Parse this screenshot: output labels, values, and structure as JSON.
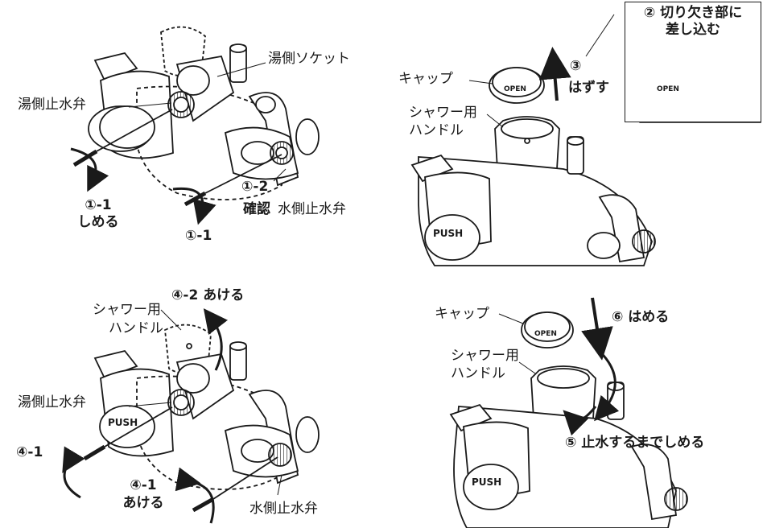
{
  "panel_tl": {
    "hot_socket": "湯側ソケット",
    "hot_valve": "湯側止水弁",
    "step_1_1_a": "①-1",
    "step_1_1_a_action": "しめる",
    "step_1_2": "①-2",
    "step_1_2_action": "確認",
    "cold_valve": "水側止水弁",
    "step_1_1_b": "①-1"
  },
  "panel_tr": {
    "inset_step": "② 切り欠き部に",
    "inset_step_2": "差し込む",
    "cap": "キャップ",
    "step_3": "③",
    "step_3_action": "はずす",
    "shower_handle_1": "シャワー用",
    "shower_handle_2": "ハンドル",
    "push": "PUSH",
    "open": "OPEN"
  },
  "panel_bl": {
    "step_4_2": "④-2 あける",
    "shower_handle_1": "シャワー用",
    "shower_handle_2": "ハンドル",
    "hot_valve": "湯側止水弁",
    "step_4_1_a": "④-1",
    "step_4_1_b": "④-1",
    "step_4_1_b_action": "あける",
    "cold_valve": "水側止水弁",
    "push": "PUSH"
  },
  "panel_br": {
    "cap": "キャップ",
    "step_6": "⑥ はめる",
    "shower_handle_1": "シャワー用",
    "shower_handle_2": "ハンドル",
    "step_5": "⑤ 止水するまでしめる",
    "push": "PUSH",
    "open": "OPEN"
  }
}
